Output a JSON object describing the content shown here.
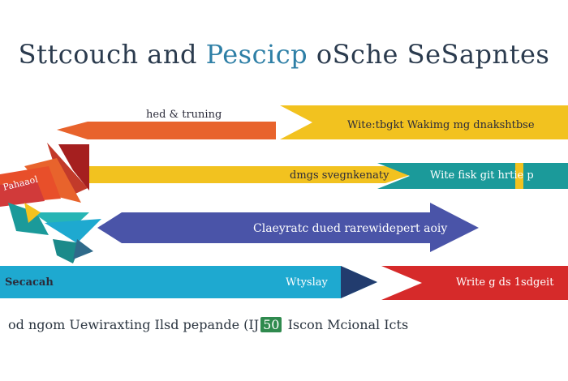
{
  "title": {
    "part1": "Sttcouch and",
    "part2": "Pescicp",
    "part3": "oSche SeSapntes"
  },
  "colors": {
    "orange": "#e8632c",
    "yellow": "#f2c21f",
    "teal": "#1b9a9a",
    "indigo": "#4a54a8",
    "cyan": "#1ea9d0",
    "navy": "#223c6e",
    "red": "#d62a2a"
  },
  "labels": {
    "orange_top": "hed & truning",
    "yellow_top": "Wite:tbgkt  Wakimg  mg  dnakshtbse",
    "origin_tag": "Pahaaol",
    "yellow_mid": "dmgs  svegnkenaty",
    "teal_mid": "Wite  fisk  git  hrtie  p",
    "indigo": "Claeyratc  dued  rarewidepert  aoiy",
    "cyan_left": "Secacah",
    "cyan_mid": "Wtyslay",
    "red": "Write  g  ds  1sdgeit"
  },
  "footer": {
    "part1": "od  ngom  Uewiraxting  Ilsd  pepande",
    "mark_prefix": "(IJ",
    "mark": "50",
    "part2": "Iscon  Mcional  Icts"
  }
}
